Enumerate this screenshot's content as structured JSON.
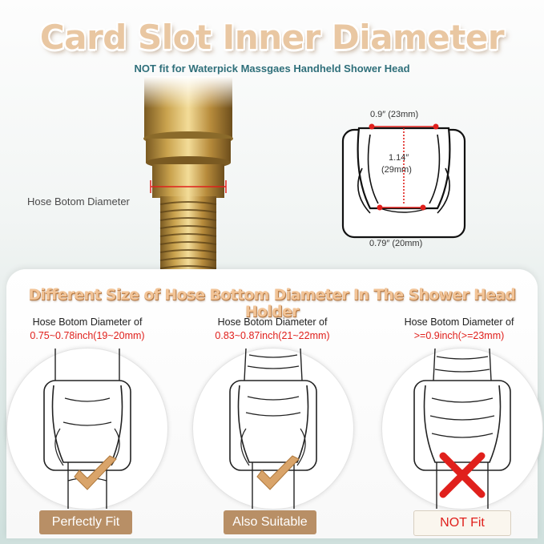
{
  "header": {
    "title": "Card Slot Inner Diameter",
    "subtitle": "NOT fit for Waterpick Massgaes Handheld Shower Head"
  },
  "hose": {
    "label": "Hose Botom Diameter"
  },
  "holder": {
    "top_width": "0.9″ (23mm)",
    "height_value": "1.14″",
    "height_mm": "(29mm)",
    "bottom_width": "0.79″ (20mm)"
  },
  "panel": {
    "heading": "Different Size of Hose Bottom Diameter In The Shower Head Holder",
    "columns": [
      {
        "title": "Hose Botom Diameter of",
        "range": "0.75~0.78inch(19~20mm)",
        "result": "Perfectly Fit"
      },
      {
        "title": "Hose Botom Diameter of",
        "range": "0.83~0.87inch(21~22mm)",
        "result": "Also Suitable"
      },
      {
        "title": "Hose Botom Diameter of",
        "range": ">=0.9inch(>=23mm)",
        "result": "NOT Fit"
      }
    ]
  },
  "colors": {
    "title": "#e9c7a2",
    "subtitle": "#2f6f7a",
    "badge_fill": "#b88f66",
    "badge_not_fit_text": "#e0201c",
    "check_mark": "#d9a46a",
    "cross_mark": "#e0201c"
  },
  "icons": [
    "check-mark-icon",
    "check-mark-icon",
    "cross-mark-icon"
  ]
}
